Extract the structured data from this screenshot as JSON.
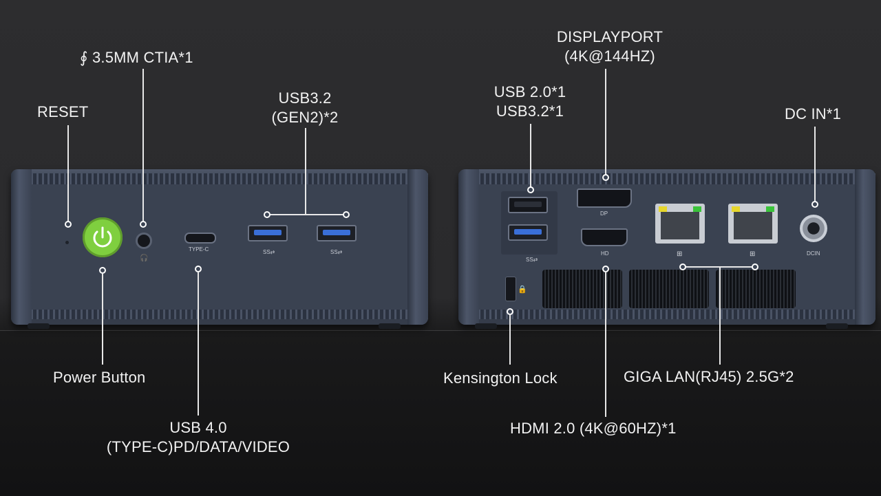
{
  "labels": {
    "reset": "RESET",
    "audio": "∮ 3.5MM CTIA*1",
    "usb32_line1": "USB3.2",
    "usb32_line2": "(GEN2)*2",
    "power": "Power Button",
    "usb4_line1": "USB 4.0",
    "usb4_line2": "(TYPE-C)PD/DATA/VIDEO",
    "displayport_line1": "DISPLAYPORT",
    "displayport_line2": "(4K@144HZ)",
    "rear_usb_line1": "USB 2.0*1",
    "rear_usb_line2": "USB3.2*1",
    "dcin": "DC IN*1",
    "kensington": "Kensington Lock",
    "lan": "GIGA LAN(RJ45) 2.5G*2",
    "hdmi": "HDMI 2.0 (4K@60HZ)*1"
  },
  "device_marks": {
    "typec": "TYPE-C",
    "dcin": "DCIN",
    "ss1": "SS⇄",
    "ss2": "SS⇄",
    "ss3": "SS⇄",
    "dp": "DP",
    "hd": "HD"
  },
  "colors": {
    "power_button": "#7fcf3f",
    "usb3_blue": "#3a6fd8",
    "led_yellow": "#e7d72c",
    "led_green": "#3ac33a"
  }
}
